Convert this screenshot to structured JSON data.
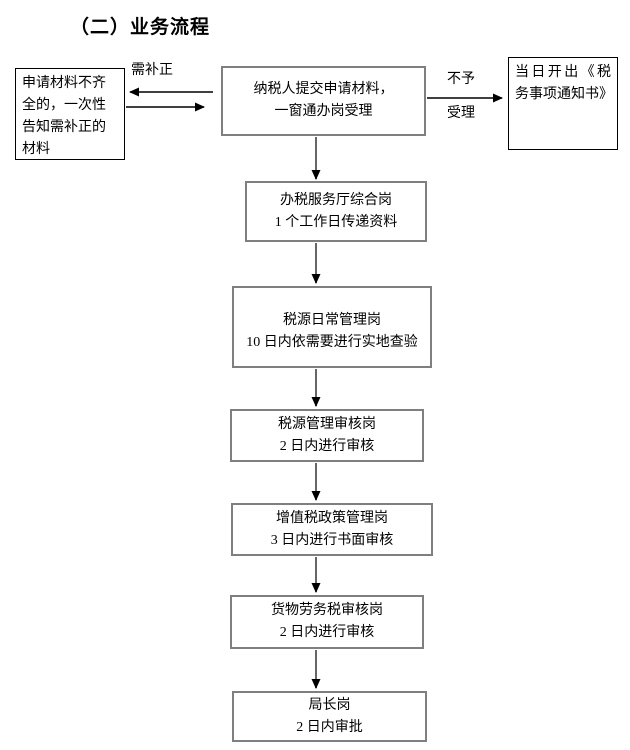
{
  "page": {
    "title": "（二）业务流程"
  },
  "colors": {
    "border_gray": "#7f7f7f",
    "border_black": "#000000",
    "connector": "#666666",
    "arrowhead": "#000000",
    "text": "#000000",
    "background": "#ffffff"
  },
  "flowchart": {
    "left_note": {
      "text": "申请材料不齐全的，一次性告知需补正的材料"
    },
    "right_note": {
      "text": "当日开出《税务事项通知书》"
    },
    "labels": {
      "need_correction": "需补正",
      "not_accept_line1": "不予",
      "not_accept_line2": "受理"
    },
    "nodes": [
      {
        "line1": "纳税人提交申请材料，",
        "line2": "一窗通办岗受理"
      },
      {
        "line1": "办税服务厅综合岗",
        "line2": "1 个工作日传递资料"
      },
      {
        "line1": "税源日常管理岗",
        "line2": "10 日内依需要进行实地查验"
      },
      {
        "line1": "税源管理审核岗",
        "line2": "2 日内进行审核"
      },
      {
        "line1": "增值税政策管理岗",
        "line2": "3 日内进行书面审核"
      },
      {
        "line1": "货物劳务税审核岗",
        "line2": "2 日内进行审核"
      },
      {
        "line1": "局长岗",
        "line2": "2 日内审批"
      }
    ]
  }
}
